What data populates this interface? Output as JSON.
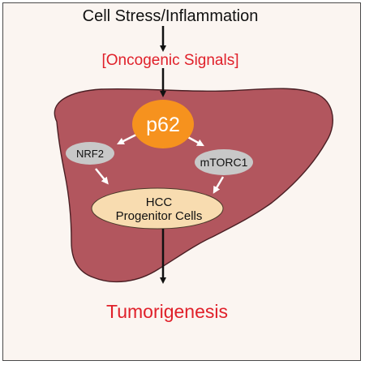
{
  "diagram": {
    "top_label": "Cell Stress/Inflammation",
    "oncogenic_label": "[Oncogenic Signals]",
    "p62_label": "p62",
    "nrf2_label": "NRF2",
    "mtorc1_label": "mTORC1",
    "progenitor_line1": "HCC",
    "progenitor_line2": "Progenitor Cells",
    "outcome_label": "Tumorigenesis"
  },
  "colors": {
    "liver_fill": "#b2565e",
    "liver_stroke": "#4a1f24",
    "p62_fill": "#f6921e",
    "node_fill": "#c8c8c8",
    "progenitor_fill": "#f8dcb0",
    "red_text": "#e0202a",
    "dark_text": "#111111",
    "white_arrow": "#ffffff",
    "black_arrow": "#111111",
    "background": "#fbf5f1"
  }
}
